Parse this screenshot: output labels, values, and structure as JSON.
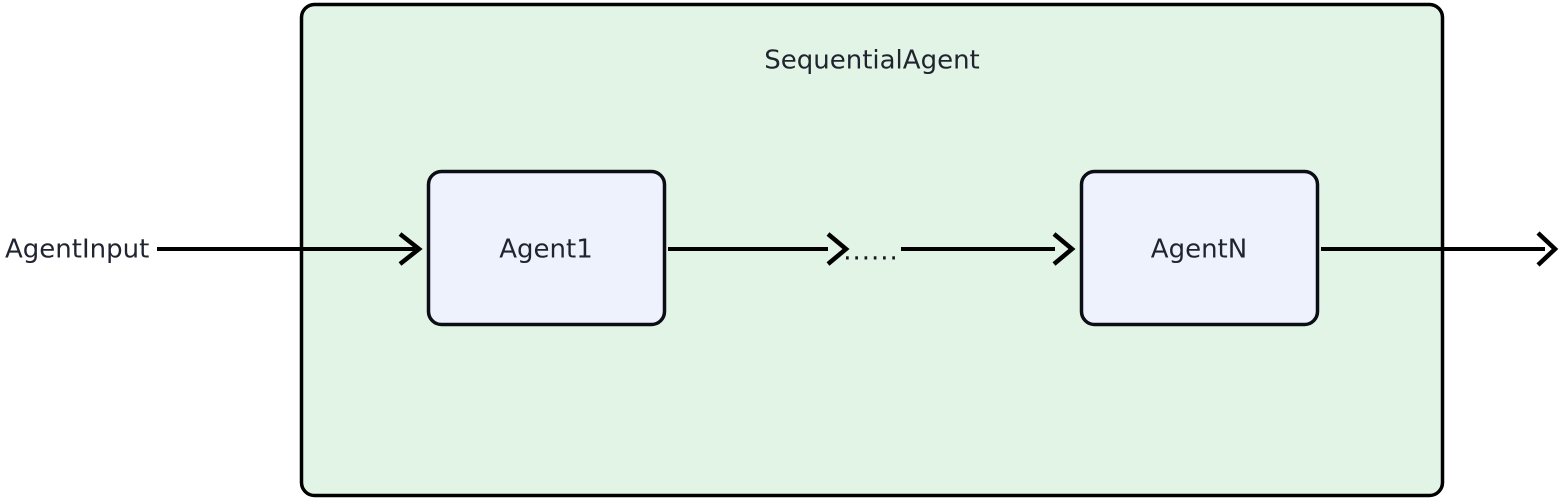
{
  "diagram": {
    "type": "flowchart-left-to-right",
    "background_color": "#ffffff",
    "group": {
      "title": "SequentialAgent",
      "fill_color": "#e2f4e5",
      "border_color": "#000000"
    },
    "nodes": [
      {
        "id": "agent1",
        "label": "Agent1",
        "fill_color": "#eef2fc",
        "border_color": "#0b0e14"
      },
      {
        "id": "agentN",
        "label": "AgentN",
        "fill_color": "#eef2fc",
        "border_color": "#0b0e14"
      }
    ],
    "labels": {
      "input": "AgentInput",
      "ellipsis": "......"
    },
    "edges": [
      {
        "from": "input",
        "to": "agent1",
        "label": ""
      },
      {
        "from": "agent1",
        "to": "ellipsis",
        "label": ""
      },
      {
        "from": "ellipsis",
        "to": "agentN",
        "label": ""
      },
      {
        "from": "agentN",
        "to": "output",
        "label": ""
      }
    ]
  }
}
